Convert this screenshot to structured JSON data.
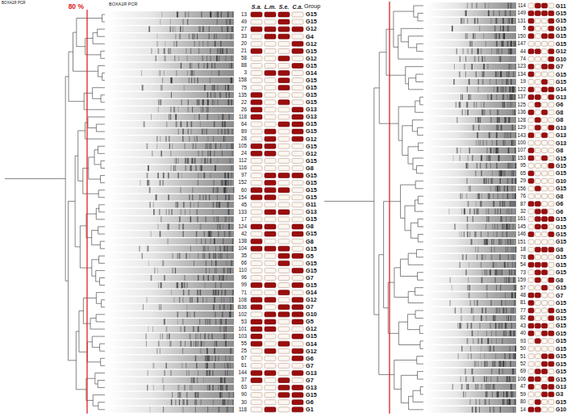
{
  "diagram": {
    "labels": [
      "BOXA1R PCR",
      "80 %",
      "BOXA1R PCR",
      "S.a.",
      "L.m.",
      "S.e.",
      "C.a.",
      "Group",
      "13",
      "G15",
      "49",
      "G15",
      "27",
      "G12",
      "33",
      "G4",
      "20",
      "G12",
      "21",
      "G15",
      "58",
      "G12",
      "88",
      "G15",
      "3",
      "G14",
      "158",
      "G15",
      "75",
      "G15",
      "135",
      "G15",
      "22",
      "G15",
      "26",
      "G13",
      "118",
      "G13",
      "64",
      "G15",
      "89",
      "G15",
      "28",
      "G12",
      "105",
      "G15",
      "24",
      "G12",
      "112",
      "G15",
      "116",
      "G8",
      "97",
      "G15",
      "152",
      "G15",
      "60",
      "G15",
      "154",
      "G15",
      "45",
      "G11",
      "133",
      "G13",
      "17",
      "G15",
      "124",
      "G8",
      "42",
      "G15",
      "138",
      "G8",
      "104",
      "G15",
      "35",
      "G5",
      "66",
      "G15",
      "110",
      "G15",
      "96",
      "G7",
      "99",
      "G15",
      "71",
      "G14",
      "108",
      "G12",
      "B36",
      "G7",
      "102",
      "G10",
      "53",
      "G5",
      "101",
      "G12",
      "103",
      "G15",
      "55",
      "G14",
      "25",
      "G12",
      "67",
      "G6",
      "61",
      "G7",
      "144",
      "G13",
      "37",
      "G7",
      "63",
      "G13",
      "90",
      "G15",
      "30",
      "G6",
      "118",
      "G1",
      "114",
      "G11",
      "149",
      "G15",
      "131",
      "G15",
      "5",
      "G15",
      "150",
      "G15",
      "147",
      "G15",
      "44",
      "G12",
      "74",
      "G10",
      "123",
      "G7",
      "134",
      "G15",
      "19",
      "G15",
      "122",
      "G14",
      "137",
      "G13",
      "125",
      "G6",
      "136",
      "G8",
      "128",
      "G8",
      "129",
      "G13",
      "143",
      "G13",
      "100",
      "G13",
      "107",
      "G8",
      "153",
      "G15",
      "95",
      "G15",
      "65",
      "G15",
      "29",
      "G10",
      "156",
      "G15",
      "76",
      "G8",
      "87",
      "G6",
      "32",
      "G6",
      "161",
      "G15",
      "145",
      "G15",
      "146",
      "G15",
      "151",
      "G15",
      "18",
      "G8",
      "78",
      "G15",
      "54",
      "G15",
      "73",
      "G15",
      "159",
      "G8",
      "57",
      "G15",
      "48",
      "G7",
      "81",
      "G15",
      "77",
      "G15",
      "82",
      "G15",
      "43",
      "G15",
      "40",
      "G15",
      "93",
      "G15",
      "50",
      "G15",
      "51",
      "G15",
      "52",
      "G15",
      "69",
      "G15",
      "106",
      "G15",
      "47",
      "G13",
      "59",
      "G3",
      "80",
      "G15",
      "14",
      "G10"
    ]
  }
}
